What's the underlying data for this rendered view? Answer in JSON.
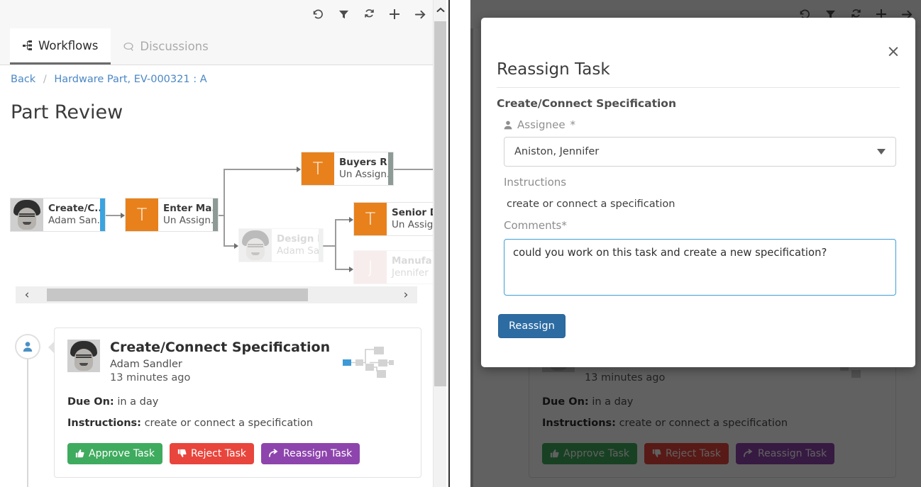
{
  "toolbar": {
    "icons": [
      {
        "name": "history-icon",
        "title": "History"
      },
      {
        "name": "filter-icon",
        "title": "Filter"
      },
      {
        "name": "refresh-icon",
        "title": "Refresh"
      },
      {
        "name": "plus-icon",
        "title": "Add"
      },
      {
        "name": "arrow-right-icon",
        "title": "Go"
      }
    ]
  },
  "tabs": [
    {
      "label": "Workflows",
      "icon": "workflow-icon",
      "active": true
    },
    {
      "label": "Discussions",
      "icon": "comment-icon",
      "active": false
    }
  ],
  "breadcrumb": {
    "back": "Back",
    "separator": "/",
    "current": "Hardware Part, EV-000321 : A"
  },
  "page_title": "Part Review",
  "diagram": {
    "nodes": [
      {
        "title": "Create/C...",
        "sub": "Adam San...",
        "badge": "photo",
        "bar": "blue",
        "dim": false
      },
      {
        "title": "Enter Ma...",
        "sub": "Un Assign...",
        "badge": "T",
        "bar": "grey",
        "dim": false
      },
      {
        "title": "Buyers R...",
        "sub": "Un Assign...",
        "badge": "T",
        "bar": "grey",
        "dim": false
      },
      {
        "title": "Design R...",
        "sub": "Adam San...",
        "badge": "photo",
        "bar": "lgrey",
        "dim": true
      },
      {
        "title": "Senior D",
        "sub": "Un Assig",
        "badge": "T",
        "bar": "none",
        "dim": false
      },
      {
        "title": "Manufa",
        "sub": "Jennifer",
        "badge": "J",
        "bar": "none",
        "dim": true
      }
    ],
    "hscroll": {
      "left_arrow": "‹",
      "right_arrow": "›"
    }
  },
  "task_card": {
    "title": "Create/Connect Specification",
    "author": "Adam Sandler",
    "time": "13 minutes ago",
    "due_label": "Due On:",
    "due_value": "in a day",
    "instructions_label": "Instructions:",
    "instructions_value": "create or connect a specification",
    "buttons": [
      {
        "label": "Approve Task",
        "color": "#3fab5e",
        "icon": "thumbs-up-icon"
      },
      {
        "label": "Reject Task",
        "color": "#e8453c",
        "icon": "thumbs-down-icon"
      },
      {
        "label": "Reassign Task",
        "color": "#8e44ad",
        "icon": "share-arrow-icon"
      }
    ]
  },
  "modal": {
    "title": "Reassign Task",
    "close_label": "×",
    "section_title": "Create/Connect Specification",
    "assignee_label": "Assignee",
    "assignee_required": "*",
    "assignee_value": "Aniston, Jennifer",
    "instructions_label": "Instructions",
    "instructions_value": "create or connect a specification",
    "comments_label": "Comments",
    "comments_required": "*",
    "comments_value": "could you work on this task and create a new specification?",
    "submit_label": "Reassign",
    "submit_color": "#2d6ca2"
  },
  "colors": {
    "accent_blue": "#4a87c4",
    "node_orange": "#e8811b",
    "node_blue_bar": "#3ba3e0",
    "overlay": "rgba(0,0,0,0.62)"
  }
}
